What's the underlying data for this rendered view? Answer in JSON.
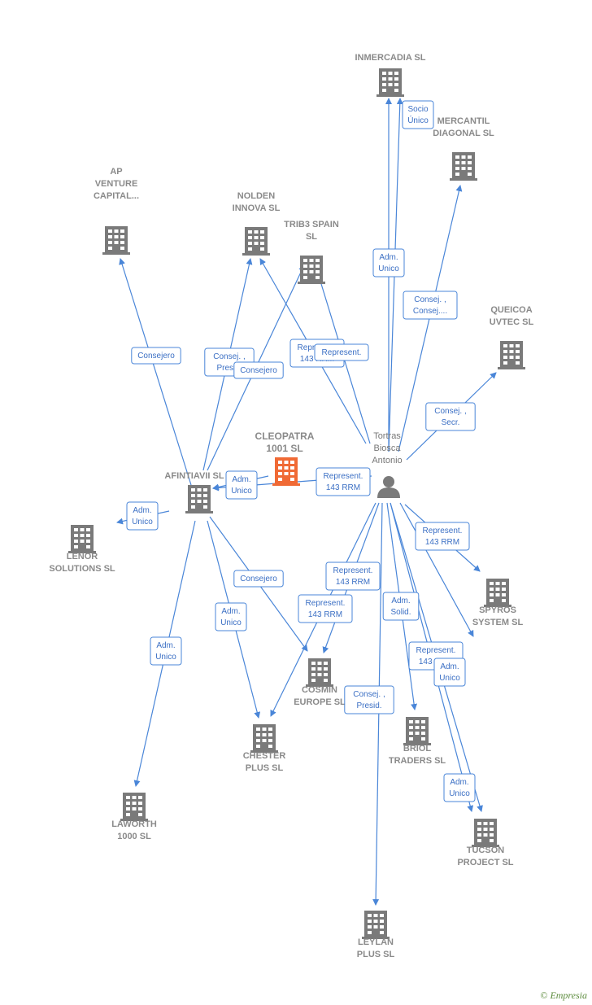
{
  "center": {
    "name": "CLEOPATRA\n1001  SL",
    "color": "#f06a35"
  },
  "colors": {
    "node": "#7a7a7a",
    "edge": "#4a86d8"
  },
  "person": {
    "name": "Tortras\nBiosca\nAntonio"
  },
  "nodes": [
    {
      "id": "inmercadia",
      "name": "INMERCADIA SL"
    },
    {
      "id": "mercantil",
      "name": "MERCANTIL\nDIAGONAL SL"
    },
    {
      "id": "ap",
      "name": "AP\nVENTURE\nCAPITAL..."
    },
    {
      "id": "nolden",
      "name": "NOLDEN\nINNOVA  SL"
    },
    {
      "id": "trib3",
      "name": "TRIB3 SPAIN\nSL"
    },
    {
      "id": "queicoa",
      "name": "QUEICOA\nUVTEC  SL"
    },
    {
      "id": "afintiavii",
      "name": "AFINTIAVII SL"
    },
    {
      "id": "lenor",
      "name": "LENOR\nSOLUTIONS  SL"
    },
    {
      "id": "spyros",
      "name": "SPYROS\nSYSTEM SL"
    },
    {
      "id": "cosmin",
      "name": "COSMIN\nEUROPE  SL"
    },
    {
      "id": "chester",
      "name": "CHESTER\nPLUS  SL"
    },
    {
      "id": "briol",
      "name": "BRIOL\nTRADERS SL"
    },
    {
      "id": "laworth",
      "name": "LAWORTH\n1000 SL"
    },
    {
      "id": "tucson",
      "name": "TUCSON\nPROJECT  SL"
    },
    {
      "id": "leylan",
      "name": "LEYLAN\nPLUS SL"
    }
  ],
  "edges": [
    {
      "from": "person",
      "to": "inmercadia",
      "label": "Adm.\nUnico"
    },
    {
      "from": "person",
      "to": "inmercadia",
      "label": "Socio\nÚnico"
    },
    {
      "from": "person",
      "to": "mercantil",
      "label": "Consej. ,\nConsej...."
    },
    {
      "from": "person",
      "to": "queicoa",
      "label": "Consej. ,\nSecr."
    },
    {
      "from": "person",
      "to": "nolden",
      "label": "Represent.\n143 RRM"
    },
    {
      "from": "person",
      "to": "trib3",
      "label": "Represent."
    },
    {
      "from": "person",
      "to": "afintiavii",
      "label": "Represent.\n143 RRM"
    },
    {
      "from": "person",
      "to": "spyros",
      "label": "Represent.\n143 RRM"
    },
    {
      "from": "person",
      "to": "cosmin",
      "label": "Represent.\n143 RRM"
    },
    {
      "from": "person",
      "to": "chester",
      "label": "Represent.\n143 RRM"
    },
    {
      "from": "person",
      "to": "briol",
      "label": "Adm.\nSolid."
    },
    {
      "from": "person",
      "to": "spyros",
      "label": "Represent.\n143 RRM"
    },
    {
      "from": "person",
      "to": "tucson",
      "label": "Adm.\nUnico"
    },
    {
      "from": "person",
      "to": "tucson",
      "label": "Adm.\nUnico"
    },
    {
      "from": "person",
      "to": "leylan",
      "label": "Consej. ,\nPresid."
    },
    {
      "from": "afintiavii",
      "to": "ap",
      "label": "Consejero"
    },
    {
      "from": "afintiavii",
      "to": "nolden",
      "label": "Consej. ,\nPresid."
    },
    {
      "from": "afintiavii",
      "to": "trib3",
      "label": "Consejero"
    },
    {
      "from": "afintiavii",
      "to": "lenor",
      "label": "Adm.\nUnico"
    },
    {
      "from": "afintiavii",
      "to": "cosmin",
      "label": "Consejero"
    },
    {
      "from": "afintiavii",
      "to": "chester",
      "label": "Adm.\nUnico"
    },
    {
      "from": "afintiavii",
      "to": "laworth",
      "label": "Adm.\nUnico"
    },
    {
      "from": "center",
      "to": "afintiavii",
      "label": "Adm.\nUnico"
    }
  ],
  "footer": {
    "copyright": "©",
    "brand": "Empresia"
  }
}
